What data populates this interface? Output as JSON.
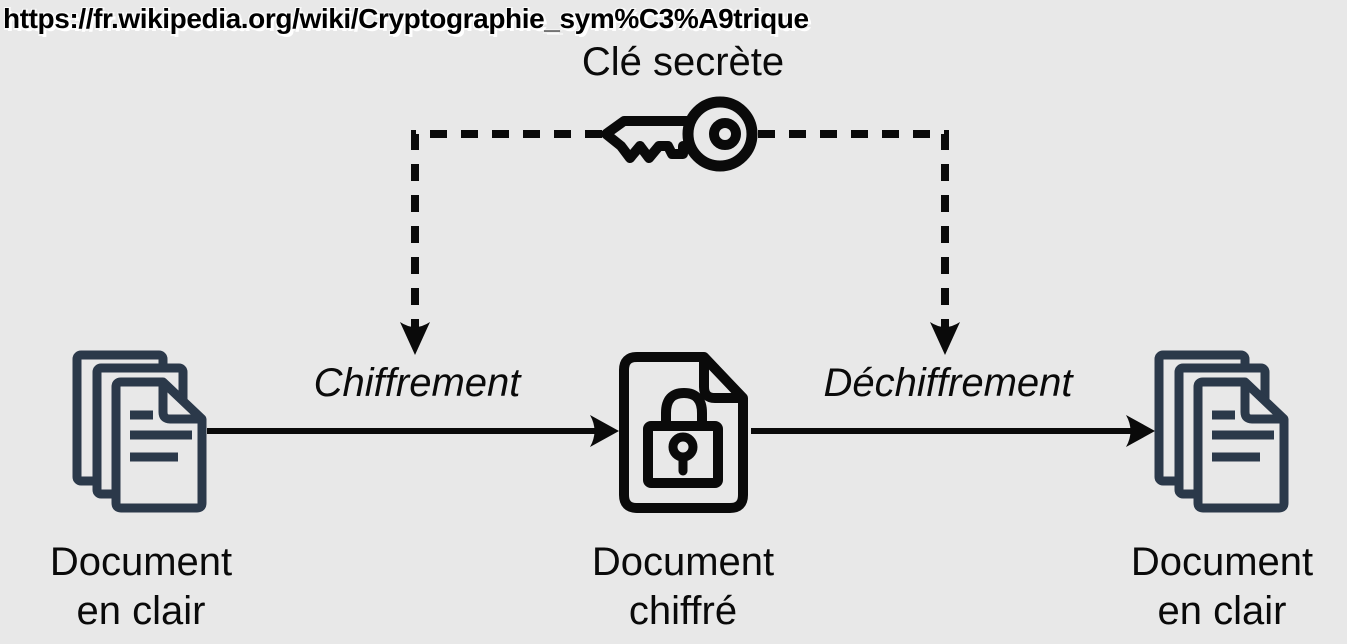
{
  "page": {
    "url_overlay": "https://fr.wikipedia.org/wiki/Cryptographie_sym%C3%A9trique"
  },
  "colors": {
    "background": "#e8e8e8",
    "diagram_line": "#0a0a0a",
    "document_stack_icon": "#2b394a",
    "locked_document_icon": "#0a0a0a",
    "url_text": "#000000",
    "url_shadow": "#ffffff"
  },
  "diagram": {
    "key": {
      "label": "Clé secrète",
      "icon": "key-icon"
    },
    "processes": [
      {
        "id": "encryption",
        "label": "Chiffrement"
      },
      {
        "id": "decryption",
        "label": "Déchiffrement"
      }
    ],
    "nodes": [
      {
        "id": "plaintext-left",
        "icon": "document-stack-icon",
        "label_line1": "Document",
        "label_line2": "en clair"
      },
      {
        "id": "ciphertext",
        "icon": "locked-document-icon",
        "label_line1": "Document",
        "label_line2": "chiffré"
      },
      {
        "id": "plaintext-right",
        "icon": "document-stack-icon",
        "label_line1": "Document",
        "label_line2": "en clair"
      }
    ]
  }
}
